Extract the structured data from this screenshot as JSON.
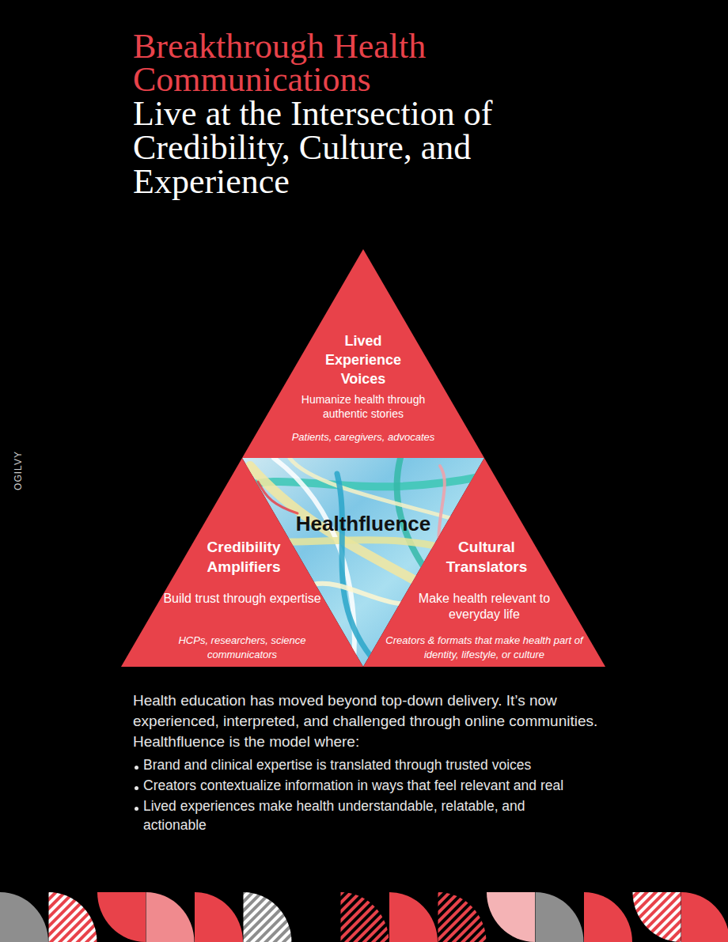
{
  "diagram": {
    "title": "Breakthrough Health Communications",
    "nodes": [
      {
        "text": [
          "Lived Experience Voices",
          "Humanize health through authentic stories",
          "Patients, caregivers, advocates"
        ]
      },
      {
        "text": [
          "Healthfluence"
        ]
      },
      {
        "text": [
          "Credibility Amplifiers",
          "Build trust through expertise",
          "HCPs, researchers, science communicators"
        ]
      },
      {
        "text": [
          "Cultural Translators",
          "Make health relevant to everyday life",
          "Creators & formats that make health part of identity, lifestyle, or culture"
        ]
      }
    ],
    "labels": [
      "Live at the Intersection of Credibility, Culture, and Experience",
      "OGILVY",
      "Health education has moved beyond top-down delivery. It’s now experienced, interpreted, and challenged through online communities. Healthfluence is the model where:",
      "Brand and clinical expertise is translated through trusted voices",
      "Creators contextualize information in ways that feel relevant and real",
      "Lived experiences make health understandable, relatable, and actionable"
    ]
  }
}
